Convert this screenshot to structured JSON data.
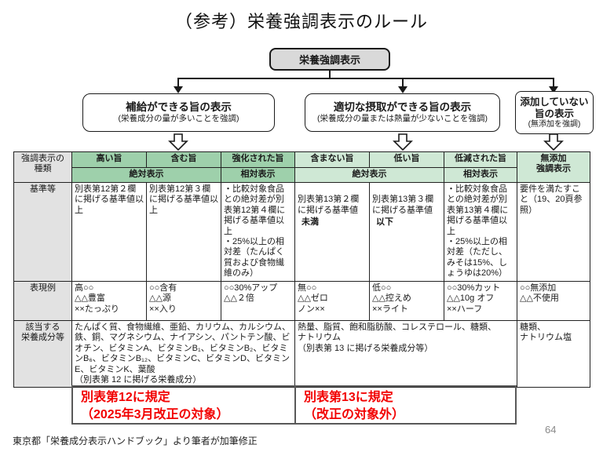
{
  "title": "（参考）栄養強調表示のルール",
  "flowchart": {
    "root": "栄養強調表示",
    "branches": [
      {
        "title": "補給ができる旨の表示",
        "subtitle": "(栄養成分の量が多いことを強調)"
      },
      {
        "title": "適切な摂取ができる旨の表示",
        "subtitle": "(栄養成分の量または熱量が少ないことを強調)"
      },
      {
        "title": "添加していない\n旨の表示",
        "subtitle": "(無添加を強調)"
      }
    ]
  },
  "table": {
    "corner": "強調表示の\n種類",
    "headers": {
      "high": "高い旨",
      "contain": "含む旨",
      "fortified": "強化された旨",
      "free": "含まない旨",
      "low": "低い旨",
      "reduced": "低減された旨",
      "no_add": "無添加\n強調表示",
      "absolute_left": "絶対表示",
      "relative_left": "相対表示",
      "absolute_right": "絶対表示",
      "relative_right": "相対表示"
    },
    "rows": {
      "kijun": {
        "label": "基準等",
        "high": "別表第12第２欄に掲げる基準値以上",
        "contain": "別表第12第３欄に掲げる基準値以上",
        "fortified": "・比較対象食品との絶対差が別表第12第４欄に掲げる基準値以上\n・25%以上の相対差（たんぱく質および食物繊維のみ）",
        "free_pre": "別表第13第２欄に掲げる基準値",
        "free_bold": "未満",
        "low_pre": "別表第13第３欄に掲げる基準値",
        "low_bold": "以下",
        "reduced": "・比較対象食品との絶対差が別表第13第４欄に掲げる基準値以上\n・25%以上の相対差（ただし、みそは15%、しょうゆは20%）",
        "no_add": "要件を満たすこと（19、20頁参照）"
      },
      "hyogen": {
        "label": "表現例",
        "high": "高○○\n△△豊富\n××たっぷり",
        "contain": "○○含有\n△△源\n××入り",
        "fortified": "○○30%アップ\n△△２倍",
        "free": "無○○\n△△ゼロ\nノン××",
        "low": "低○○\n△△控えめ\n××ライト",
        "reduced": "○○30%カット\n△△10g オフ\n××ハーフ",
        "no_add": "○○無添加\n△△不使用"
      },
      "seibun": {
        "label": "該当する\n栄養成分等",
        "left": "たんぱく質、食物繊維、亜鉛、カリウム、カルシウム、鉄、銅、マグネシウム、ナイアシン、パントテン酸、ビオチン、ビタミンA、ビタミンB₁、ビタミンB₂、ビタミンB₆、ビタミンB₁₂、ビタミンC、ビタミンD、ビタミンE、ビタミンK、葉酸\n（別表第 12 に掲げる栄養成分）",
        "middle": "熱量、脂質、飽和脂肪酸、コレステロール、糖類、\nナトリウム\n（別表第 13 に掲げる栄養成分等）",
        "right": "糖類、\nナトリウム塩"
      }
    }
  },
  "notes": {
    "left": "別表第12に規定\n（2025年3月改正の対象）",
    "right": "別表第13に規定\n（改正の対象外）"
  },
  "footer": "東京都「栄養成分表示ハンドブック」より筆者が加筆修正",
  "page_number": "64",
  "colors": {
    "header_green_dark": "#9ed0ab",
    "header_green_light": "#cfe8d5",
    "row_label_gray": "#e2e2e2",
    "root_box_gray": "#d9d9d9",
    "note_red": "#f20000"
  }
}
